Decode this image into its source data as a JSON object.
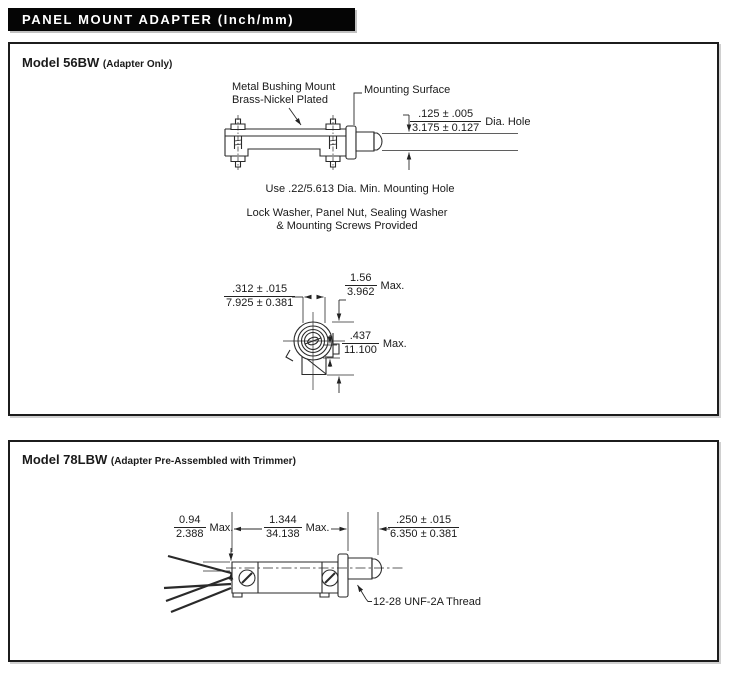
{
  "colors": {
    "ink": "#1a1a1a",
    "paper": "#ffffff",
    "titlebar_bg": "#050505",
    "titlebar_text": "#ffffff"
  },
  "header": {
    "title": "PANEL MOUNT ADAPTER (Inch/mm)"
  },
  "model56": {
    "name": "Model 56BW",
    "note": "(Adapter Only)",
    "labels": {
      "bushing_line1": "Metal Bushing Mount",
      "bushing_line2": "Brass-Nickel Plated",
      "mounting_surface": "Mounting Surface",
      "hole_note": "Use .22/5.613 Dia. Min. Mounting Hole",
      "provided_line1": "Lock Washer, Panel Nut, Sealing Washer",
      "provided_line2": "& Mounting Screws Provided"
    },
    "dims": {
      "hole_dia": {
        "inch": ".125 ± .005",
        "mm": "3.175 ± 0.127",
        "label": "Dia. Hole"
      },
      "width": {
        "inch": ".312 ± .015",
        "mm": "7.925 ± 0.381"
      },
      "height": {
        "inch": "1.56",
        "mm": "3.962",
        "qual": "Max."
      },
      "depth": {
        "inch": ".437",
        "mm": "11.100",
        "qual": "Max."
      }
    }
  },
  "model78": {
    "name": "Model 78LBW",
    "note": "(Adapter Pre-Assembled with Trimmer)",
    "labels": {
      "thread": "12-28 UNF-2A Thread"
    },
    "dims": {
      "body_height": {
        "inch": "0.94",
        "mm": "2.388",
        "qual": "Max."
      },
      "body_length": {
        "inch": "1.344",
        "mm": "34.138",
        "qual": "Max."
      },
      "bushing_length": {
        "inch": ".250 ± .015",
        "mm": "6.350 ± 0.381"
      }
    }
  }
}
